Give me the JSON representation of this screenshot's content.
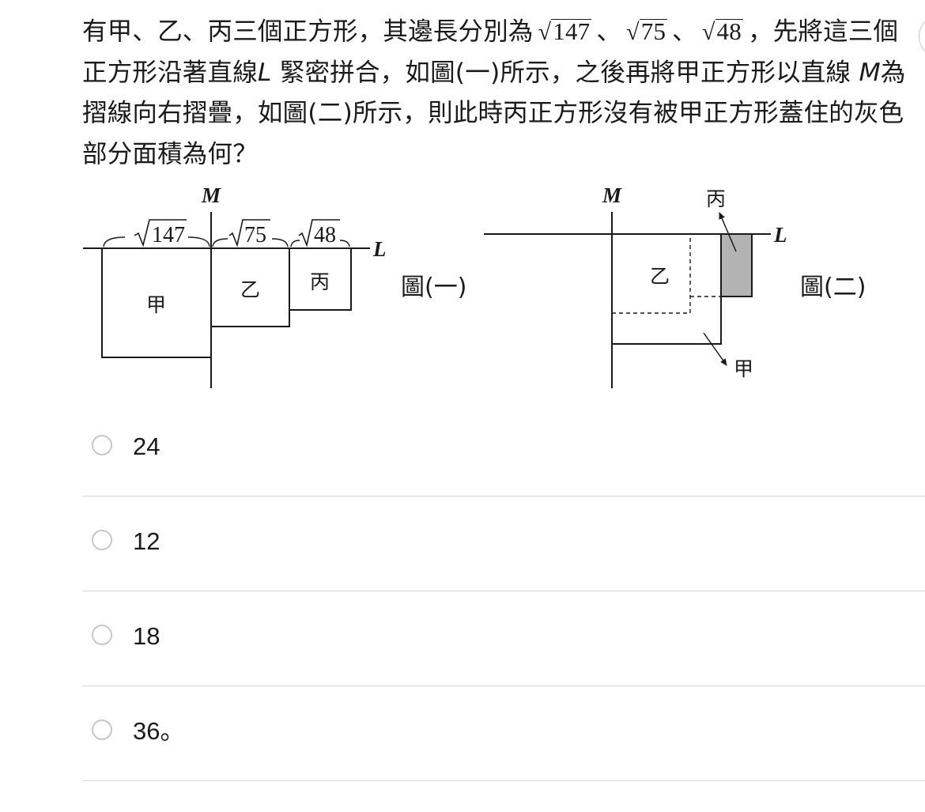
{
  "question": {
    "part1": "有甲、乙、丙三個正方形，其邊長分別為",
    "root_a": "147",
    "sep1": "、",
    "root_b": "75",
    "sep2": "、",
    "root_c": "48",
    "part2": "，先將這三個正方形沿著直線",
    "line_l": "L",
    "part3": "緊密拼合，如圖(一)所示，之後再將甲正方形以直線",
    "line_m": "M",
    "part4": "為摺線向右摺疊，如圖(二)所示，則此時丙正方形沒有被甲正方形蓋住的灰色部分面積為何？"
  },
  "figure1": {
    "label_m": "M",
    "label_l": "L",
    "dim_a": "147",
    "dim_b": "75",
    "dim_c": "48",
    "square_a": "甲",
    "square_b": "乙",
    "square_c": "丙",
    "caption": "圖(一)"
  },
  "figure2": {
    "label_m": "M",
    "label_l": "L",
    "square_b": "乙",
    "arrow_top": "丙",
    "arrow_bottom": "甲",
    "caption": "圖(二)"
  },
  "options": [
    {
      "label": "24"
    },
    {
      "label": "12"
    },
    {
      "label": "18"
    },
    {
      "label": "36。"
    }
  ],
  "colors": {
    "shaded": "#b3b3b3",
    "divider": "#d8d8d8",
    "radio_border": "#c7c7c7"
  }
}
